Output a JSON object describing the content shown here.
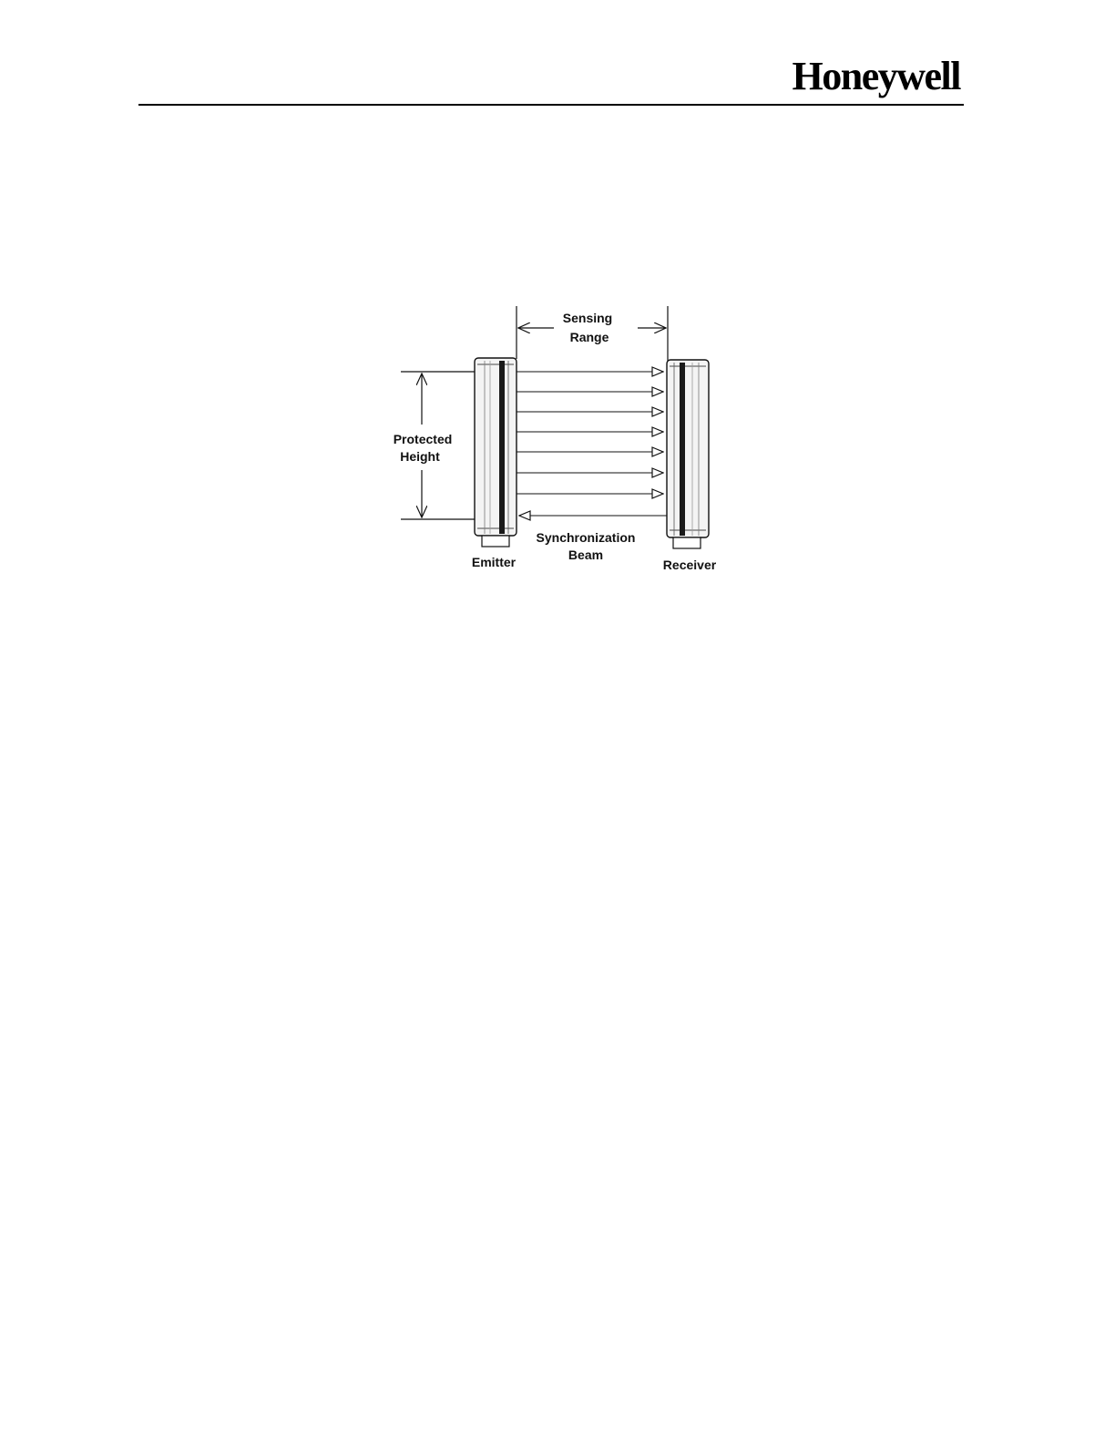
{
  "header": {
    "brand": "Honeywell"
  },
  "diagram": {
    "sensing_range_line1": "Sensing",
    "sensing_range_line2": "Range",
    "protected_height_line1": "Protected",
    "protected_height_line2": "Height",
    "sync_beam_line1": "Synchronization",
    "sync_beam_line2": "Beam",
    "emitter_label": "Emitter",
    "receiver_label": "Receiver"
  }
}
